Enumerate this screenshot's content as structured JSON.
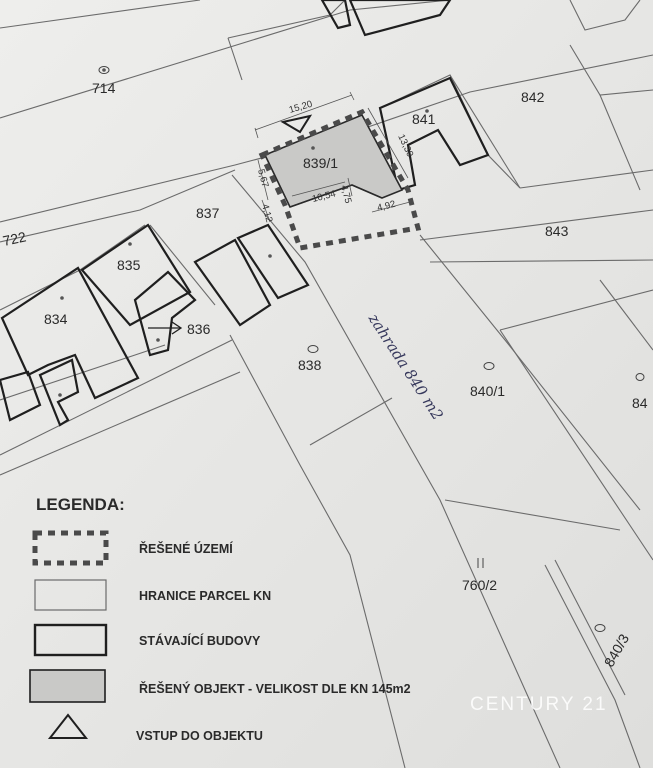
{
  "parcels": {
    "p714": "714",
    "p842": "842",
    "p841": "841",
    "p839_1": "839/1",
    "p722": "722",
    "p837": "837",
    "p843": "843",
    "p835": "835",
    "p834": "834",
    "p836": "836",
    "p838": "838",
    "p840_1": "840/1",
    "p760_2": "760/2",
    "p840_3": "840/3",
    "p84x": "84"
  },
  "dimensions": {
    "top": "15,20",
    "right": "13,30",
    "left": "5,67",
    "left_lower": "4,12",
    "inner_width": "10,54",
    "inner_height": "4,75",
    "bottom_right": "4,92"
  },
  "annotation": "zahrada 840 m2",
  "legend": {
    "title": "LEGENDA:",
    "items": [
      {
        "label": "ŘEŠENÉ ÚZEMÍ"
      },
      {
        "label": "HRANICE PARCEL KN"
      },
      {
        "label": "STÁVAJÍCÍ BUDOVY"
      },
      {
        "label": "ŘEŠENÝ OBJEKT - VELIKOST DLE KN 145m2"
      },
      {
        "label": "VSTUP DO OBJEKTU"
      }
    ]
  },
  "watermark": "CENTURY 21",
  "colors": {
    "paper": "#e9e9e7",
    "building_fill": "#c9c9c7",
    "dashed_boundary": "#4a4a4a",
    "handwriting": "#36385c"
  }
}
